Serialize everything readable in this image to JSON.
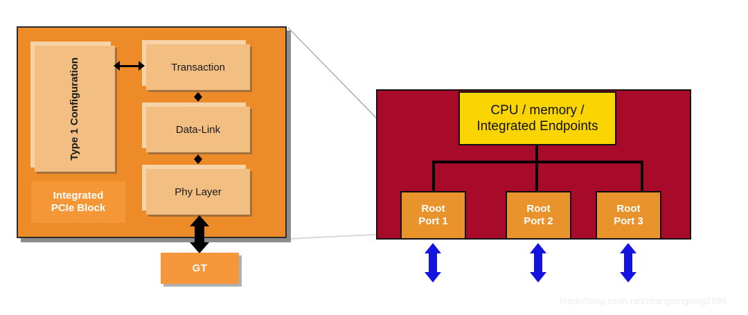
{
  "diagram": {
    "title": "PCIe Integrated Block and Root Complex",
    "colors": {
      "panel_orange": "#ED8B28",
      "layer_fill": "#F2BE81",
      "layer_backing": "#F7D3A8",
      "layer_shadow": "#A3703C",
      "caption_plate": "#F59637",
      "gt_fill": "#F6963A",
      "root_complex_red": "#A80B29",
      "cpu_yellow": "#FBD404",
      "root_port_orange": "#E8932B",
      "arrow_blue": "#1414E0",
      "connector_black": "#000000",
      "shadow_gray": "#8C8C8C",
      "watermark_gray": "#EDEDED"
    },
    "left_panel": {
      "caption": "Integrated\nPCIe Block",
      "config_block": {
        "label": "Type 1\nConfiguration",
        "orientation": "rotated-90"
      },
      "layers": [
        {
          "id": "transaction",
          "label": "Transaction"
        },
        {
          "id": "data-link",
          "label": "Data-Link"
        },
        {
          "id": "phy-layer",
          "label": "Phy Layer"
        }
      ],
      "connectors": [
        {
          "id": "config-to-transaction",
          "type": "double-arrow-horizontal"
        },
        {
          "id": "transaction-to-datalink",
          "type": "double-arrow-vertical"
        },
        {
          "id": "datalink-to-phy",
          "type": "double-arrow-vertical"
        },
        {
          "id": "phy-to-gt",
          "type": "thick-double-arrow-vertical"
        }
      ],
      "gt_block": {
        "label": "GT"
      }
    },
    "right_panel": {
      "cpu_block": {
        "label": "CPU / memory /\nIntegrated Endpoints"
      },
      "root_ports": [
        {
          "id": "root-port-1",
          "label": "Root\nPort 1"
        },
        {
          "id": "root-port-2",
          "label": "Root\nPort 2"
        },
        {
          "id": "root-port-3",
          "label": "Root\nPort 3"
        }
      ],
      "link_arrows": [
        {
          "id": "link-arrow-1",
          "type": "double-arrow-vertical",
          "color": "#1414E0"
        },
        {
          "id": "link-arrow-2",
          "type": "double-arrow-vertical",
          "color": "#1414E0"
        },
        {
          "id": "link-arrow-3",
          "type": "double-arrow-vertical",
          "color": "#1414E0"
        }
      ]
    },
    "callouts": [
      {
        "id": "callout-top",
        "from": "pcie-panel-top-right",
        "to": "root-complex-left"
      },
      {
        "id": "callout-bottom",
        "from": "pcie-panel-bottom-right",
        "to": "root-complex-bottom-left"
      }
    ],
    "watermark": "https://blog.csdn.net/zhangningning1996"
  }
}
